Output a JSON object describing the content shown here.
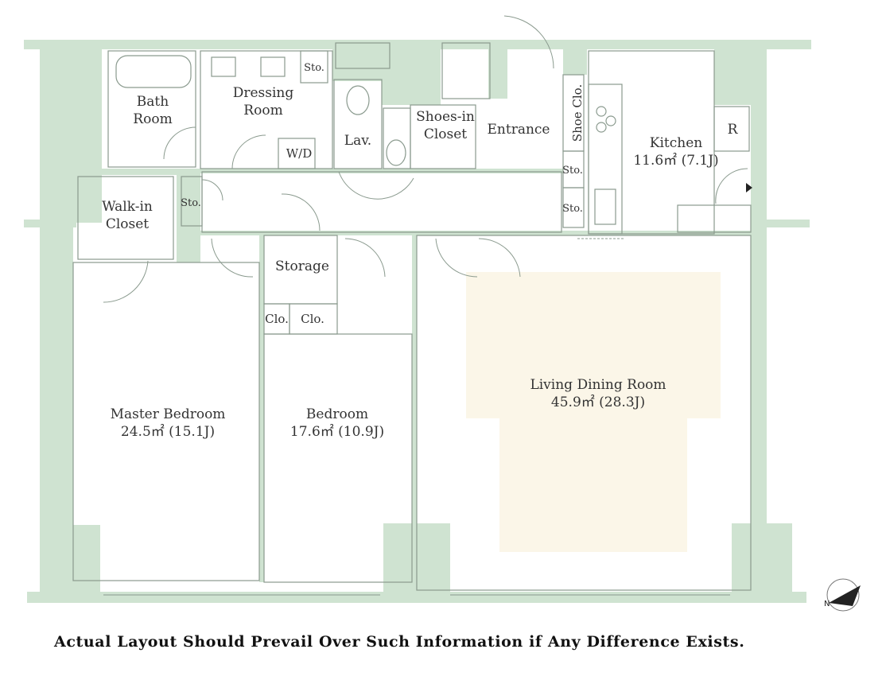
{
  "colors": {
    "wall": "#cfe3d1",
    "wall_outline": "#7f9f86",
    "line": "#8a9a8e",
    "living_highlight": "#fbf6e8",
    "text": "#333333"
  },
  "rooms": {
    "bath": "Bath\nRoom",
    "dressing": "Dressing\nRoom",
    "sto_1": "Sto.",
    "wd": "W/D",
    "lav": "Lav.",
    "shoes_in_closet": "Shoes-in\nCloset",
    "entrance": "Entrance",
    "shoe_clo": "Shoe Clo.",
    "sto_2": "Sto.",
    "sto_3": "Sto.",
    "sto_hall": "Sto.",
    "kitchen": "Kitchen\n11.6㎡ (7.1J)",
    "refrigerator": "R",
    "walk_in_closet": "Walk-in\nCloset",
    "storage": "Storage",
    "clo_1": "Clo.",
    "clo_2": "Clo.",
    "master_bedroom": "Master Bedroom\n24.5㎡ (15.1J)",
    "bedroom": "Bedroom\n17.6㎡ (10.9J)",
    "living_dining": "Living Dining Room\n45.9㎡ (28.3J)"
  },
  "compass_icon": "north-arrow-icon",
  "compass_letter": "N",
  "disclaimer": "Actual Layout Should Prevail Over Such Information if Any Difference Exists."
}
